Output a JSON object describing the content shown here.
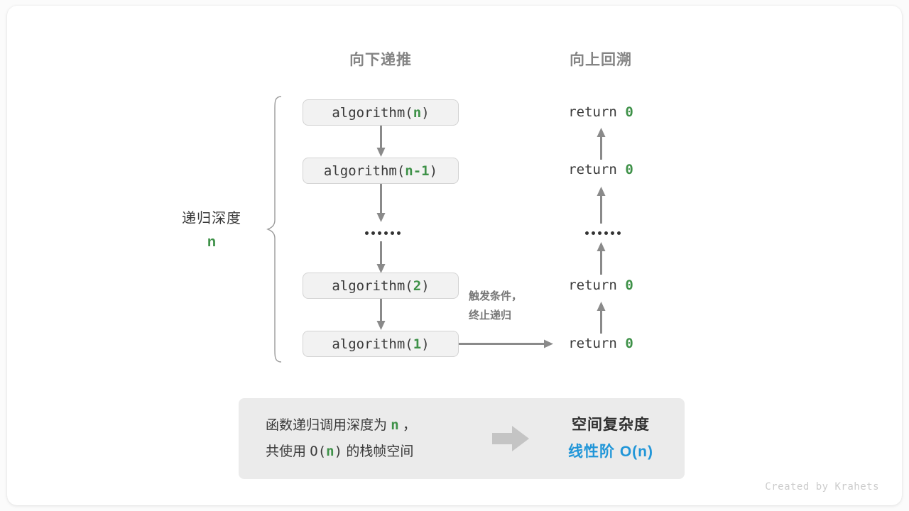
{
  "colors": {
    "accent_green": "#3e9148",
    "accent_blue": "#2196d8",
    "box_fill": "#f2f2f2",
    "box_border": "#d3d3d3",
    "arrow_gray": "#8a8a8a",
    "panel_fill": "#ebebeb",
    "heading_gray": "#848484"
  },
  "headers": {
    "down": "向下递推",
    "up": "向上回溯"
  },
  "depth": {
    "label": "递归深度",
    "value": "n",
    "brace_icon": "curly-brace-icon"
  },
  "call_stack": [
    {
      "prefix": "algorithm(",
      "arg": "n",
      "suffix": ")"
    },
    {
      "prefix": "algorithm(",
      "arg": "n-1",
      "suffix": ")"
    },
    {
      "ellipsis": "......"
    },
    {
      "prefix": "algorithm(",
      "arg": "2",
      "suffix": ")"
    },
    {
      "prefix": "algorithm(",
      "arg": "1",
      "suffix": ")"
    }
  ],
  "return_stack": [
    {
      "text": "return ",
      "value": "0"
    },
    {
      "text": "return ",
      "value": "0"
    },
    {
      "ellipsis": "......"
    },
    {
      "text": "return ",
      "value": "0"
    },
    {
      "text": "return ",
      "value": "0"
    }
  ],
  "trigger_note": {
    "line1": "触发条件，",
    "line2": "终止递归"
  },
  "summary": {
    "left_line1_a": "函数递归调用深度为 ",
    "left_line1_n": "n",
    "left_line1_b": " ，",
    "left_line2_a": "共使用 ",
    "left_line2_O": "O(",
    "left_line2_n": "n",
    "left_line2_Oc": ")",
    "left_line2_b": " 的栈帧空间",
    "arrow_icon": "right-arrow-icon",
    "right_title": "空间复杂度",
    "right_value": "线性阶  O(n)"
  },
  "credit": "Created by Krahets"
}
